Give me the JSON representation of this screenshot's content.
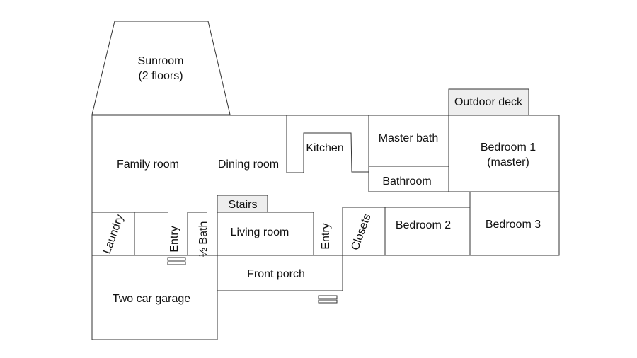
{
  "floor_plan": {
    "colors": {
      "wall": "#333333",
      "background": "#ffffff",
      "shaded_fill": "#eeeeee"
    },
    "rooms": {
      "sunroom": "Sunroom",
      "sunroom_note": "(2 floors)",
      "outdoor_deck": "Outdoor deck",
      "family_room": "Family room",
      "dining_room": "Dining room",
      "kitchen": "Kitchen",
      "master_bath": "Master bath",
      "bathroom": "Bathroom",
      "bedroom_1": "Bedroom 1",
      "bedroom_1_note": "(master)",
      "stairs": "Stairs",
      "laundry": "Laundry",
      "entry_side": "Entry",
      "half_bath": "½ Bath",
      "living_room": "Living room",
      "entry_front": "Entry",
      "closets": "Closets",
      "bedroom_2": "Bedroom 2",
      "bedroom_3": "Bedroom 3",
      "front_porch": "Front porch",
      "garage": "Two car garage"
    }
  }
}
